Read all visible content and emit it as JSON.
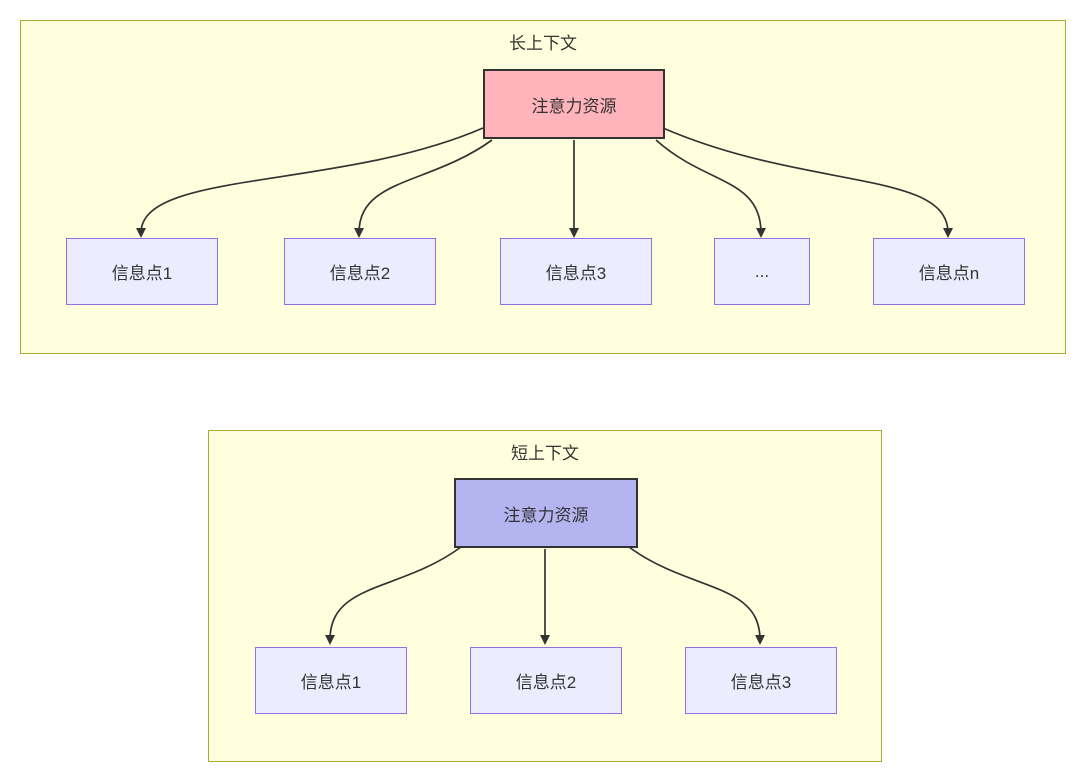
{
  "diagram": {
    "type": "flowchart",
    "long_context": {
      "title": "长上下文",
      "attention_label": "注意力资源",
      "info_points": [
        "信息点1",
        "信息点2",
        "信息点3",
        "...",
        "信息点n"
      ]
    },
    "short_context": {
      "title": "短上下文",
      "attention_label": "注意力资源",
      "info_points": [
        "信息点1",
        "信息点2",
        "信息点3"
      ]
    },
    "colors": {
      "page_background": "#ffffff",
      "cluster_fill": "#ffffde",
      "cluster_border": "#aaaa33",
      "attention_long_fill": "#ffb3ba",
      "attention_short_fill": "#b4b4f1",
      "attention_border": "#333333",
      "info_fill": "#ececff",
      "info_border": "#9370db",
      "arrow": "#333333",
      "text": "#333333"
    }
  }
}
